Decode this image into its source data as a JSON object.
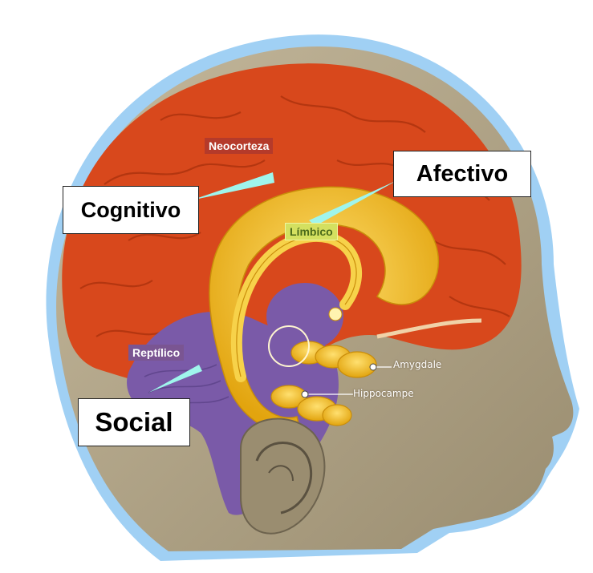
{
  "colors": {
    "halo": "#8fc8f2",
    "skin": "#b9ad91",
    "skin_dark": "#9a8d70",
    "neocortex": "#d8481c",
    "neocortex_fold": "#b8320e",
    "limbic": "#f2c01a",
    "limbic_dark": "#d79a0c",
    "reptilian": "#7a5aa8",
    "reptilian_dark": "#5c4288",
    "tag_neocorteza": "#b53a2a",
    "tag_reptilico": "#7a5592",
    "tag_limbico_bg": "#d4e060",
    "pointer": "#9ff5ec"
  },
  "labels": {
    "neocorteza": "Neocorteza",
    "cognitivo": "Cognitivo",
    "afectivo": "Afectivo",
    "limbico": "Límbico",
    "reptilico": "Reptílico",
    "social": "Social",
    "amygdale": "Amygdale",
    "hippocampe": "Hippocampe"
  },
  "icons": {
    "pointer": "triangle-pointer-icon",
    "marker": "circle-marker-icon"
  }
}
